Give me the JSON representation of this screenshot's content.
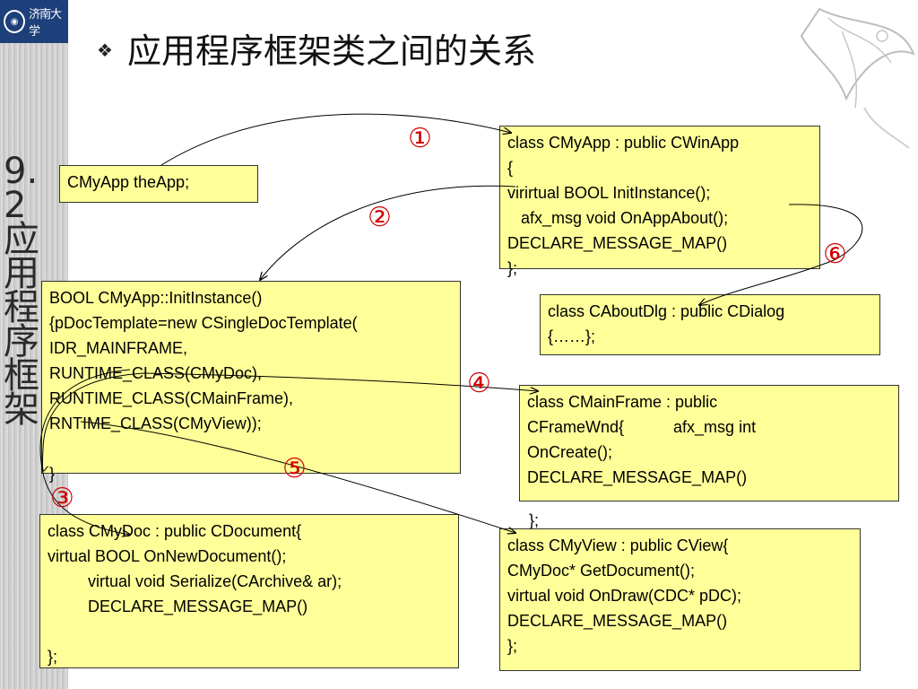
{
  "sidebar": {
    "logo_symbol": "◉",
    "logo_text": "济南大学",
    "vertical_title": "9.2应用程序框架"
  },
  "title": {
    "bullet": "❖",
    "text": "应用程序框架类之间的关系"
  },
  "boxes": {
    "theapp": "CMyApp theApp;",
    "cmyapp": "class CMyApp : public CWinApp\n{\nvirirtual BOOL InitInstance();\n   afx_msg void OnAppAbout();\nDECLARE_MESSAGE_MAP()\n};",
    "initinstance": "BOOL CMyApp::InitInstance()\n{pDocTemplate=new CSingleDocTemplate(\nIDR_MAINFRAME,\nRUNTIME_CLASS(CMyDoc),\nRUNTIME_CLASS(CMainFrame),\nRNTIME_CLASS(CMyView));\n\n}",
    "caboutdlg": "class CAboutDlg : public CDialog\n{……};",
    "cmainframe": "class CMainFrame : public\nCFrameWnd{           afx_msg int\nOnCreate();\nDECLARE_MESSAGE_MAP()",
    "cmainframe_close": "};",
    "cmydoc": "class CMyDoc : public CDocument{\nvirtual BOOL OnNewDocument();\n         virtual void Serialize(CArchive& ar);\n         DECLARE_MESSAGE_MAP()\n\n};",
    "cmyview": "class CMyView : public CView{\nCMyDoc* GetDocument();\nvirtual void OnDraw(CDC* pDC);\nDECLARE_MESSAGE_MAP()\n};"
  },
  "markers": {
    "m1": "①",
    "m2": "②",
    "m3": "③",
    "m4": "④",
    "m5": "⑤",
    "m6": "⑥"
  },
  "colors": {
    "box_fill": "#ffff99",
    "marker": "#d10000",
    "arrow": "#000000"
  }
}
